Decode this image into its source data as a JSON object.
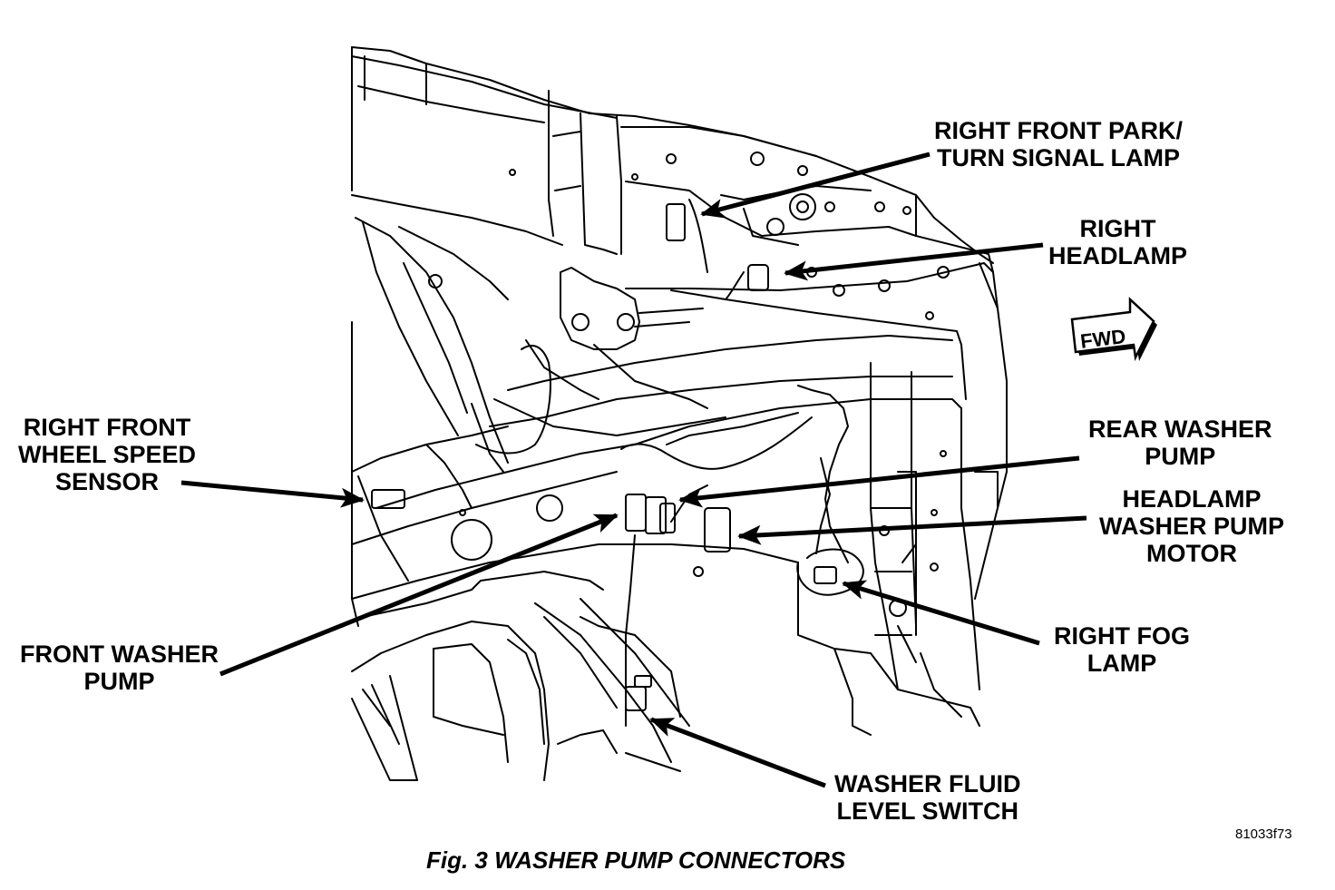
{
  "caption": "Fig. 3 WASHER PUMP CONNECTORS",
  "figure_id": "81033f73",
  "fwd_label": "FWD",
  "labels": {
    "park_turn": [
      "RIGHT FRONT PARK/",
      "TURN SIGNAL LAMP"
    ],
    "headlamp": [
      "RIGHT",
      "HEADLAMP"
    ],
    "wheel_speed": [
      "RIGHT FRONT",
      "WHEEL SPEED",
      "SENSOR"
    ],
    "rear_washer": [
      "REAR WASHER",
      "PUMP"
    ],
    "headlamp_washer": [
      "HEADLAMP",
      "WASHER PUMP",
      "MOTOR"
    ],
    "front_washer": [
      "FRONT WASHER",
      "PUMP"
    ],
    "fog_lamp": [
      "RIGHT FOG",
      "LAMP"
    ],
    "fluid_level": [
      "WASHER FLUID",
      "LEVEL SWITCH"
    ]
  },
  "colors": {
    "ink": "#000000",
    "paper": "#ffffff"
  }
}
